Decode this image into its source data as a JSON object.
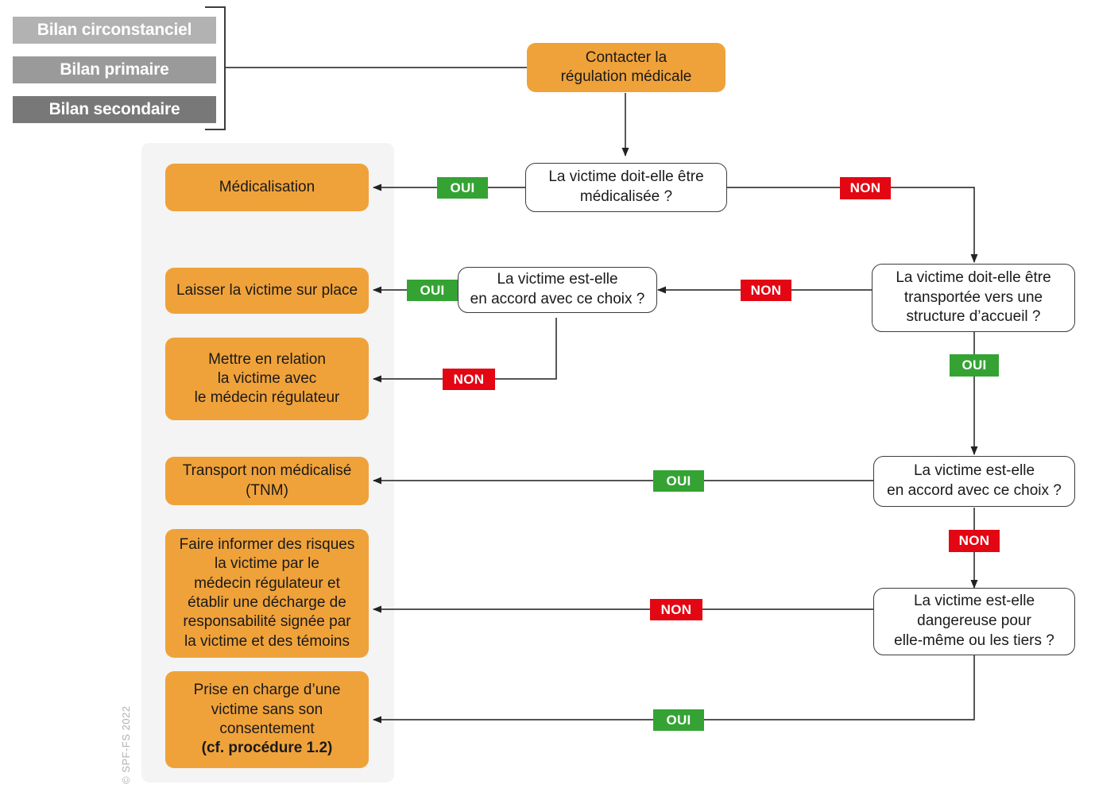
{
  "legend": {
    "items": [
      {
        "label": "Bilan circonstanciel",
        "color": "#b2b2b2"
      },
      {
        "label": "Bilan primaire",
        "color": "#9a9a9a"
      },
      {
        "label": "Bilan secondaire",
        "color": "#787878"
      }
    ]
  },
  "nodes": {
    "start": {
      "label": "Contacter la\nrégulation médicale",
      "type": "action"
    },
    "d1": {
      "label": "La victime doit-elle être\nmédicalisée ?",
      "type": "decision"
    },
    "d2": {
      "label": "La victime doit-elle être\ntransportée vers une\nstructure d’accueil ?",
      "type": "decision"
    },
    "d3": {
      "label": "La victime est-elle\nen accord avec ce choix ?",
      "type": "decision"
    },
    "d4": {
      "label": "La victime est-elle\nen accord avec ce choix ?",
      "type": "decision"
    },
    "d5": {
      "label": "La victime est-elle\ndangereuse pour\nelle-même ou les tiers ?",
      "type": "decision"
    },
    "a1": {
      "label": "Médicalisation",
      "type": "action"
    },
    "a2": {
      "label": "Laisser la victime sur place",
      "type": "action"
    },
    "a3": {
      "label": "Mettre en relation\nla victime avec\nle médecin régulateur",
      "type": "action"
    },
    "a4": {
      "label": "Transport non médicalisé\n(TNM)",
      "type": "action"
    },
    "a5": {
      "label": "Faire informer des risques\nla victime par le\nmédecin régulateur et\nétablir une décharge de\nresponsabilité signée par\nla victime et des témoins",
      "type": "action"
    },
    "a6_line1": {
      "label": "Prise en charge d’une\nvictime sans son\nconsentement"
    },
    "a6_line2": {
      "label": "(cf. procédure 1.2)"
    }
  },
  "edge_labels": {
    "d1_yes": "OUI",
    "d1_no": "NON",
    "d2_no": "NON",
    "d2_yes": "OUI",
    "d3_yes": "OUI",
    "d3_no": "NON",
    "d4_yes": "OUI",
    "d4_no": "NON",
    "d5_no": "NON",
    "d5_yes": "OUI"
  },
  "colors": {
    "action_fill": "#f0a23a",
    "decision_stroke": "#3c3c3c",
    "yes_fill": "#34a333",
    "no_fill": "#e30613",
    "panel_fill": "#f4f4f4",
    "legend_light": "#b2b2b2",
    "legend_mid": "#9a9a9a",
    "legend_dark": "#787878"
  },
  "footer": {
    "copyright": "© SPF-FS 2022"
  }
}
